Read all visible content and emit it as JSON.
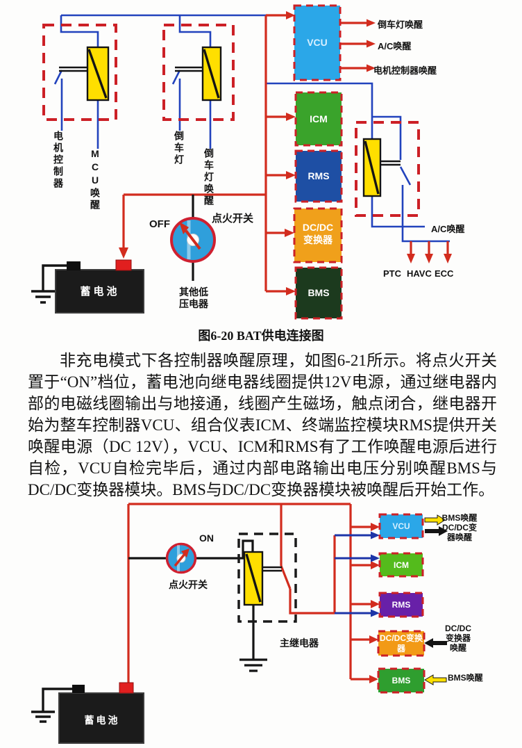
{
  "top": {
    "relay1": {
      "load": "电机控制器",
      "wake": "MCU唤醒"
    },
    "relay2": {
      "load": "倒车灯",
      "wake": "倒车灯唤醒"
    },
    "ignition": {
      "state": "OFF",
      "label": "点火开关"
    },
    "other_low_voltage": "其他低压电器",
    "battery": "蓄电池",
    "modules": {
      "vcu": "VCU",
      "icm": "ICM",
      "rms": "RMS",
      "dcdc_line1": "DC/DC",
      "dcdc_line2": "变换器",
      "bms": "BMS"
    },
    "vcu_outputs": {
      "out1": "倒车灯唤醒",
      "out2": "A/C唤醒",
      "out3": "电机控制器唤醒"
    },
    "ac_relay_output": "A/C唤醒",
    "loads": {
      "ptc": "PTC",
      "havc": "HAVC",
      "ecc": "ECC"
    }
  },
  "caption": "图6-20 BAT供电连接图",
  "paragraph": {
    "lines": [
      "非充电模式下各控制器唤醒原理，如图6-21所示。将点火开关",
      "置于“ON”档位，蓄电池向继电器线圈提供12V电源，通过继电器内",
      "部的电磁线圈输出与地接通，线圈产生磁场，触点闭合，继电器开",
      "始为整车控制器VCU、组合仪表ICM、终端监控模块RMS提供开关",
      "唤醒电源（DC 12V），VCU、ICM和RMS有了工作唤醒电源后进行",
      "自检，VCU自检完毕后，通过内部电路输出电压分别唤醒BMS与",
      "DC/DC变换器模块。BMS与DC/DC变换器模块被唤醒后开始工作。"
    ]
  },
  "bottom": {
    "ignition": {
      "state": "ON",
      "label": "点火开关"
    },
    "main_relay": "主继电器",
    "battery": "蓄电池",
    "modules": {
      "vcu": "VCU",
      "icm": "ICM",
      "rms": "RMS",
      "dcdc_line1": "DC/DC变换",
      "dcdc_line2": "器",
      "bms": "BMS"
    },
    "vcu_outputs": {
      "line1": "BMS唤醒",
      "line2": "DC/DC变",
      "line3": "器唤醒"
    },
    "dcdc_input": {
      "line1": "DC/DC",
      "line2": "变换器",
      "line3": "唤醒"
    },
    "bms_input": "BMS唤醒"
  },
  "colors": {
    "wire_red": "#d22c1e",
    "wire_blue": "#2243bd",
    "relay_yellow": "#ffdf00",
    "vcu_blue": "#2ba7e8",
    "icm_green_top": "#3aa32b",
    "rms_blue_top": "#1e4fa4",
    "dcdc_orange": "#f0a01b",
    "bms_dark_green": "#1c3a1e",
    "icm_green_bottom": "#54bb1c",
    "rms_purple": "#6820a8",
    "bms_green_bottom": "#2f9e2f"
  }
}
